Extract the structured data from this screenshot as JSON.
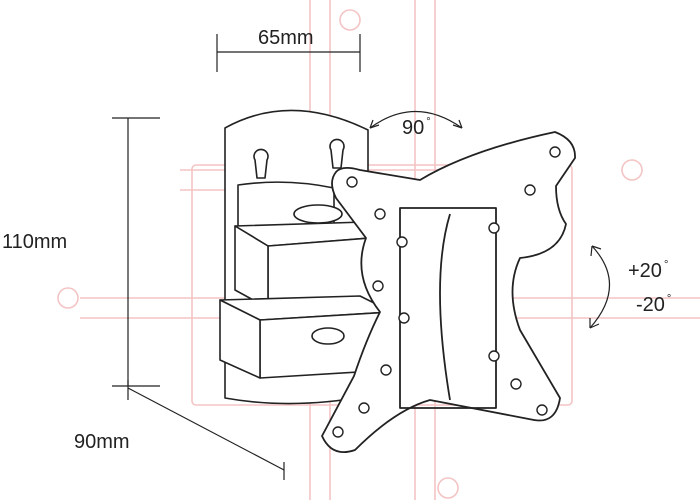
{
  "dimensions": {
    "width": "65mm",
    "height": "110mm",
    "depth": "90mm"
  },
  "angles": {
    "swivel": {
      "value": "90",
      "unit": "°"
    },
    "tilt_up": {
      "value": "+20",
      "unit": "°"
    },
    "tilt_down": {
      "value": "-20",
      "unit": "°"
    }
  },
  "colors": {
    "line": "#222222",
    "watermark": "#e05858"
  }
}
